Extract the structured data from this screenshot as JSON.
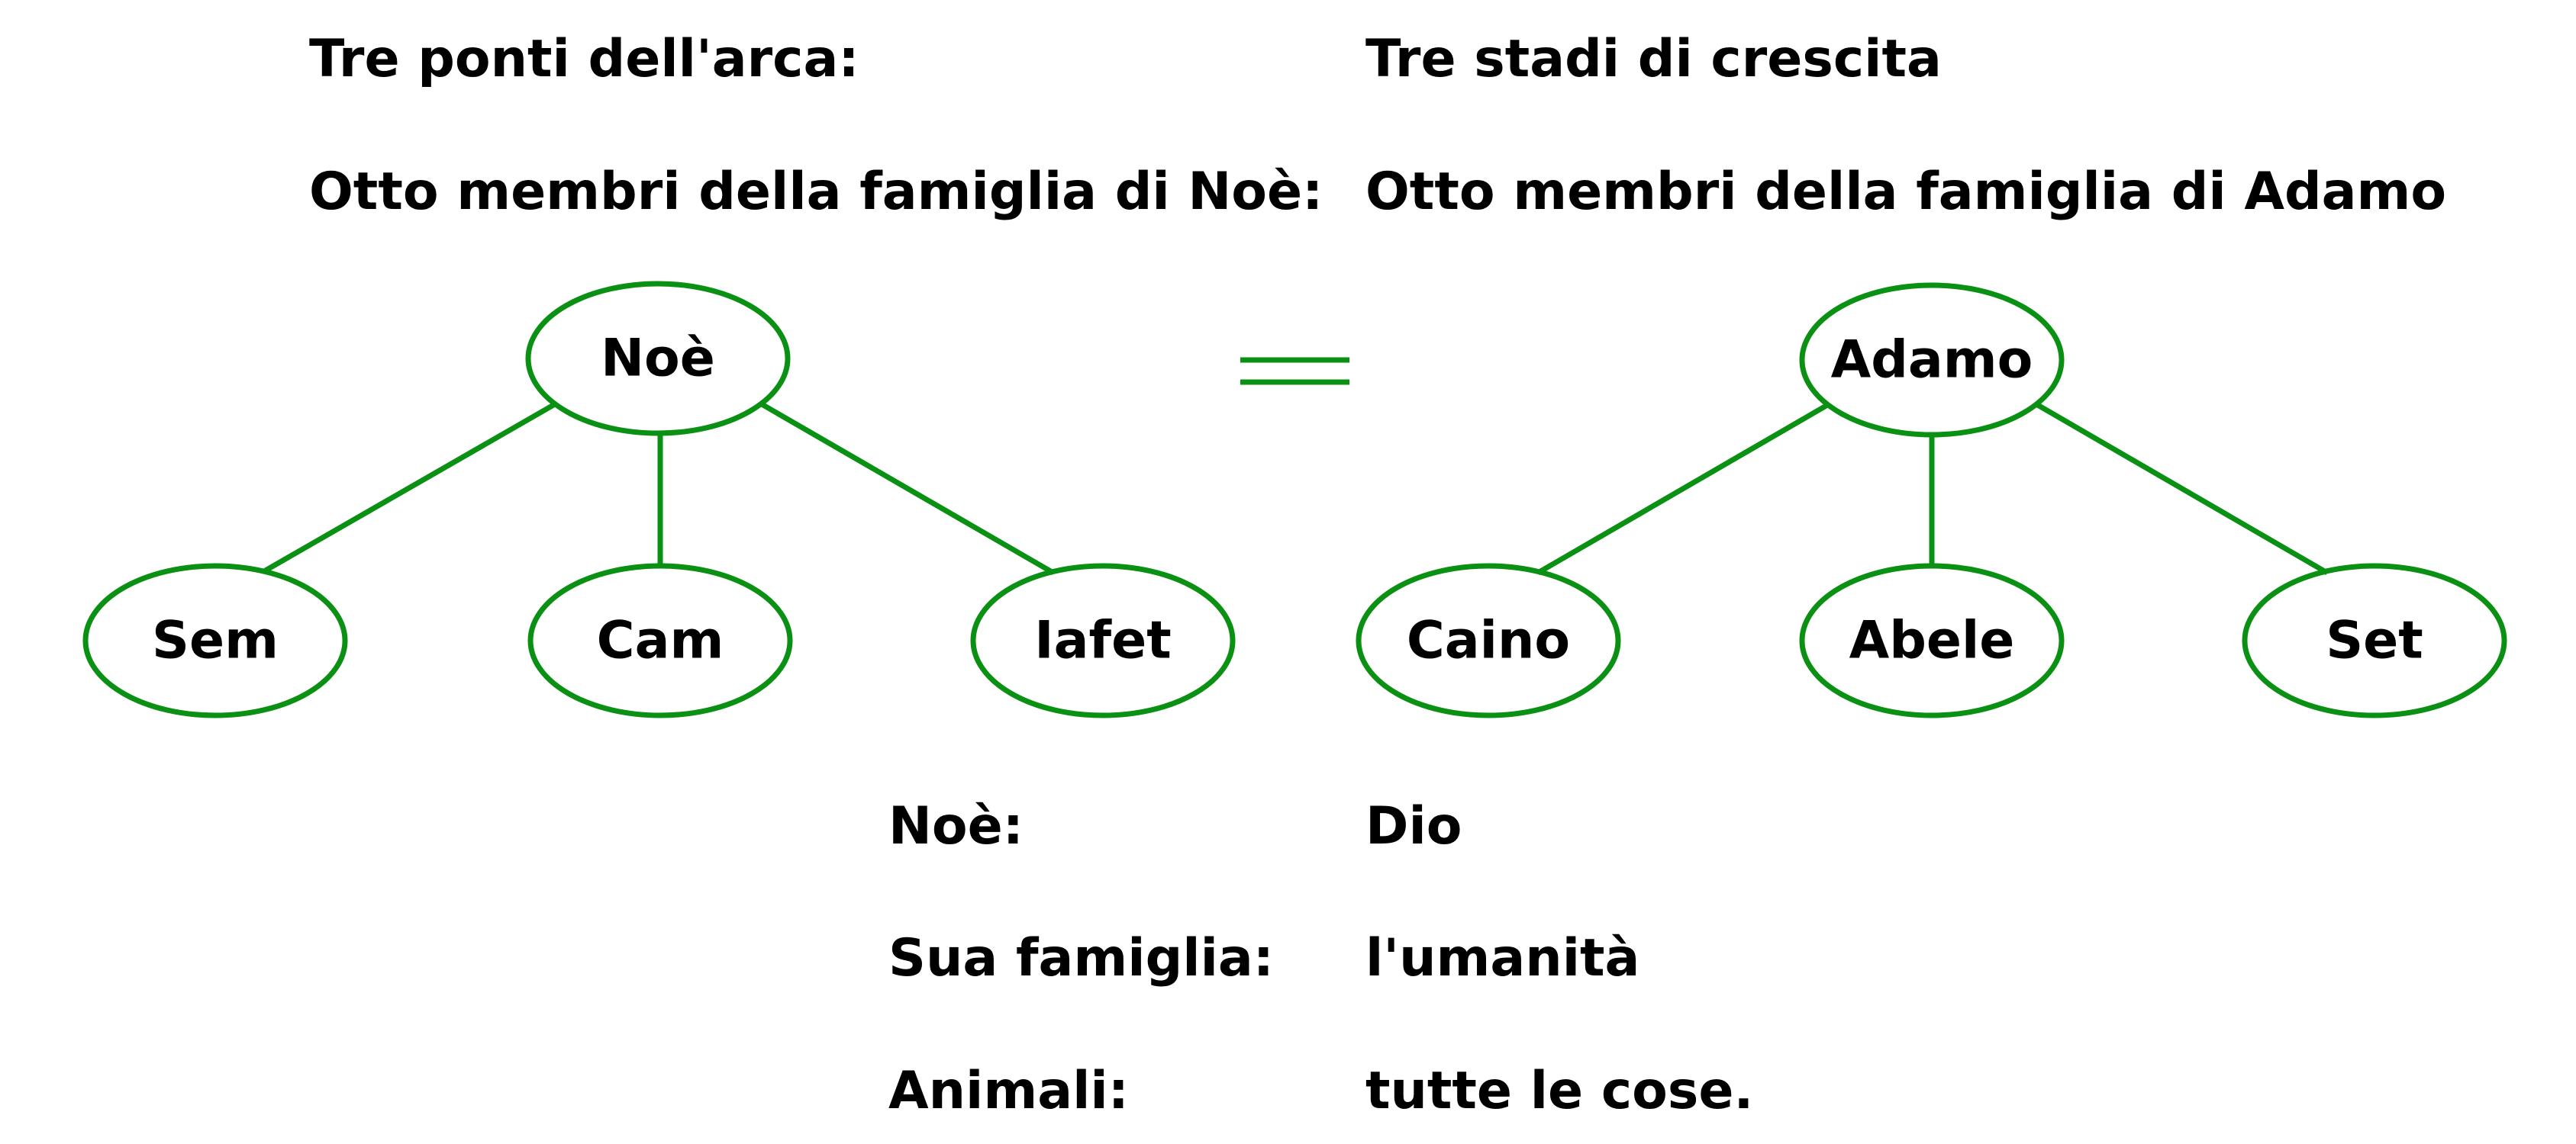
{
  "style": {
    "accent_color": "#0a9114",
    "text_color": "#000000",
    "background": "#ffffff"
  },
  "headers": {
    "left_line1": "Tre ponti dell'arca:",
    "left_line2": "Otto membri della famiglia di Noè:",
    "right_line1": "Tre stadi di crescita",
    "right_line2": "Otto membri della famiglia di Adamo"
  },
  "equals_symbol": "=",
  "left_tree": {
    "root": "Noè",
    "children": [
      "Sem",
      "Cam",
      "Iafet"
    ]
  },
  "right_tree": {
    "root": "Adamo",
    "children": [
      "Caino",
      "Abele",
      "Set"
    ]
  },
  "correspondences": [
    {
      "left": "Noè:",
      "right": "Dio"
    },
    {
      "left": "Sua famiglia:",
      "right": "l'umanità"
    },
    {
      "left": "Animali:",
      "right": "tutte le cose."
    }
  ]
}
